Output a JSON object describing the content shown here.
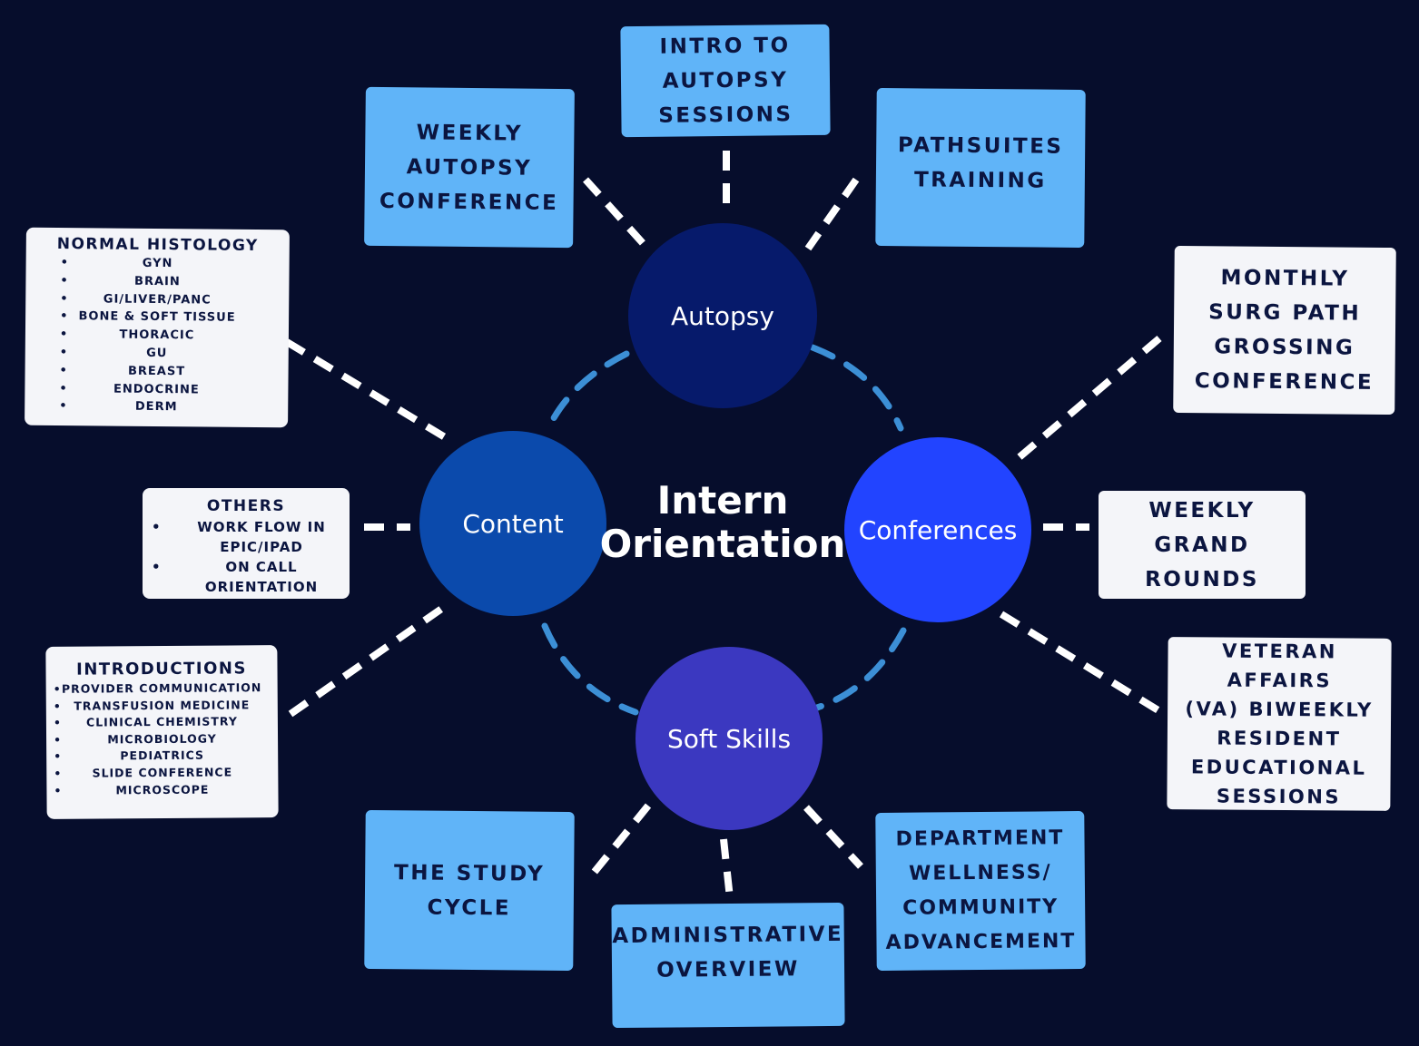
{
  "title": {
    "line1": "Intern",
    "line2": "Orientation"
  },
  "hubs": {
    "autopsy": "Autopsy",
    "content": "Content",
    "conferences": "Conferences",
    "soft_skills": "Soft Skills"
  },
  "colors": {
    "background": "#060d2c",
    "autopsy": "#061a6b",
    "content": "#0b4aac",
    "conferences": "#2244ff",
    "soft_skills": "#3b38c0",
    "blue_box": "#60b4f8",
    "white_box": "#f4f5f9",
    "ring_dash": "#3c8fd6",
    "connector": "#ffffff"
  },
  "autopsy_boxes": {
    "weekly": [
      "WEEKLY",
      "AUTOPSY",
      "CONFERENCE"
    ],
    "intro": [
      "INTRO TO",
      "AUTOPSY",
      "SESSIONS"
    ],
    "pathsuites": [
      "PATHSUITES",
      "TRAINING"
    ]
  },
  "conference_boxes": {
    "monthly": [
      "MONTHLY",
      "SURG PATH",
      "GROSSING",
      "CONFERENCE"
    ],
    "grand_rounds": [
      "WEEKLY",
      "GRAND",
      "ROUNDS"
    ],
    "va": [
      "VETERAN AFFAIRS",
      "(VA) BIWEEKLY",
      "RESIDENT",
      "EDUCATIONAL",
      "SESSIONS"
    ]
  },
  "soft_skill_boxes": {
    "study": [
      "THE STUDY",
      "CYCLE"
    ],
    "admin": [
      "ADMINISTRATIVE",
      "OVERVIEW"
    ],
    "wellness": [
      "DEPARTMENT",
      "WELLNESS/",
      "COMMUNITY",
      "ADVANCEMENT"
    ]
  },
  "content_lists": {
    "histology": {
      "heading": "NORMAL HISTOLOGY",
      "items": [
        "GYN",
        "BRAIN",
        "GI/LIVER/PANC",
        "BONE & SOFT TISSUE",
        "THORACIC",
        "GU",
        "BREAST",
        "ENDOCRINE",
        "DERM"
      ]
    },
    "others": {
      "heading": "OTHERS",
      "items": [
        "WORK FLOW IN EPIC/IPAD",
        "ON CALL ORIENTATION"
      ]
    },
    "introductions": {
      "heading": "INTRODUCTIONS",
      "items": [
        "PROVIDER COMMUNICATION",
        "TRANSFUSION MEDICINE",
        "CLINICAL CHEMISTRY",
        "MICROBIOLOGY",
        "PEDIATRICS",
        "SLIDE CONFERENCE",
        "MICROSCOPE"
      ]
    }
  }
}
